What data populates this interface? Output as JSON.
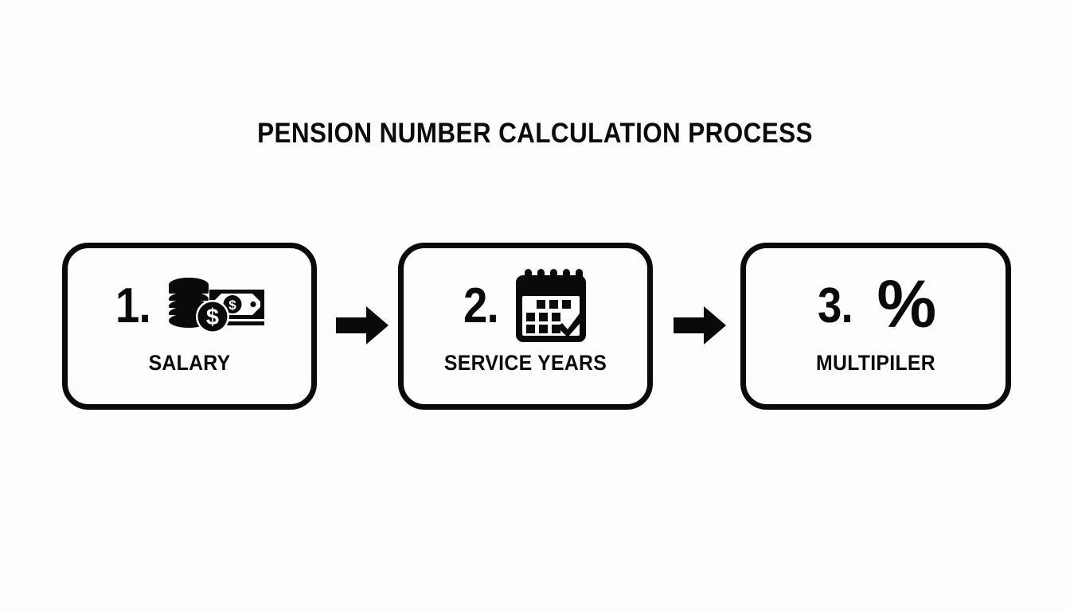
{
  "page": {
    "background_color": "#fdfdfb",
    "ink_color": "#0a0a0a",
    "title": "PENSION NUMBER CALCULATION PROCESS"
  },
  "diagram_data": {
    "type": "process-flow",
    "orientation": "horizontal",
    "step_count": 3,
    "connector": "arrow-right",
    "steps": [
      {
        "number": "1.",
        "label": "SALARY",
        "icon": "money-icon",
        "icon_parts": [
          "coin-stack",
          "dollar-coin",
          "banknote"
        ]
      },
      {
        "number": "2.",
        "label": "SERVICE YEARS",
        "icon": "calendar-check-icon",
        "icon_parts": [
          "calendar-rings",
          "calendar-grid",
          "checkmark"
        ]
      },
      {
        "number": "3.",
        "label": "MULTIPILER",
        "icon": "percent-symbol",
        "symbol": "%"
      }
    ],
    "arrows": [
      {
        "name": "arrow-step1-to-step2",
        "direction": "right"
      },
      {
        "name": "arrow-step2-to-step3",
        "direction": "right"
      }
    ]
  }
}
